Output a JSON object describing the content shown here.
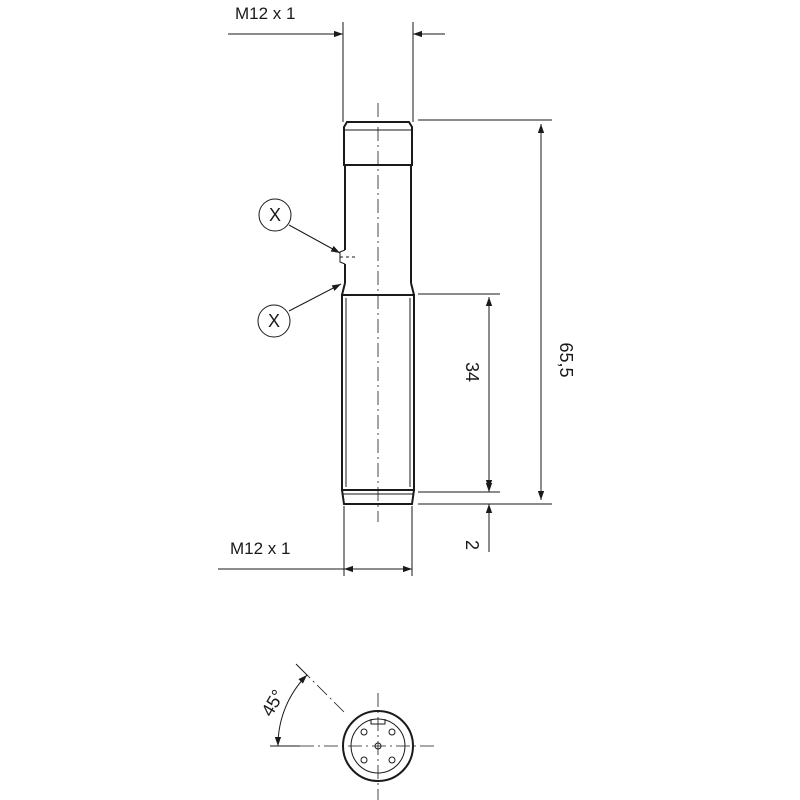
{
  "labels": {
    "thread_top": "M12 x 1",
    "thread_bottom": "M12 x 1",
    "callout_upper": "X",
    "callout_lower": "X",
    "dim_total_length": "65,5",
    "dim_thread_length": "34",
    "dim_end_offset": "2",
    "angle": "45°"
  }
}
